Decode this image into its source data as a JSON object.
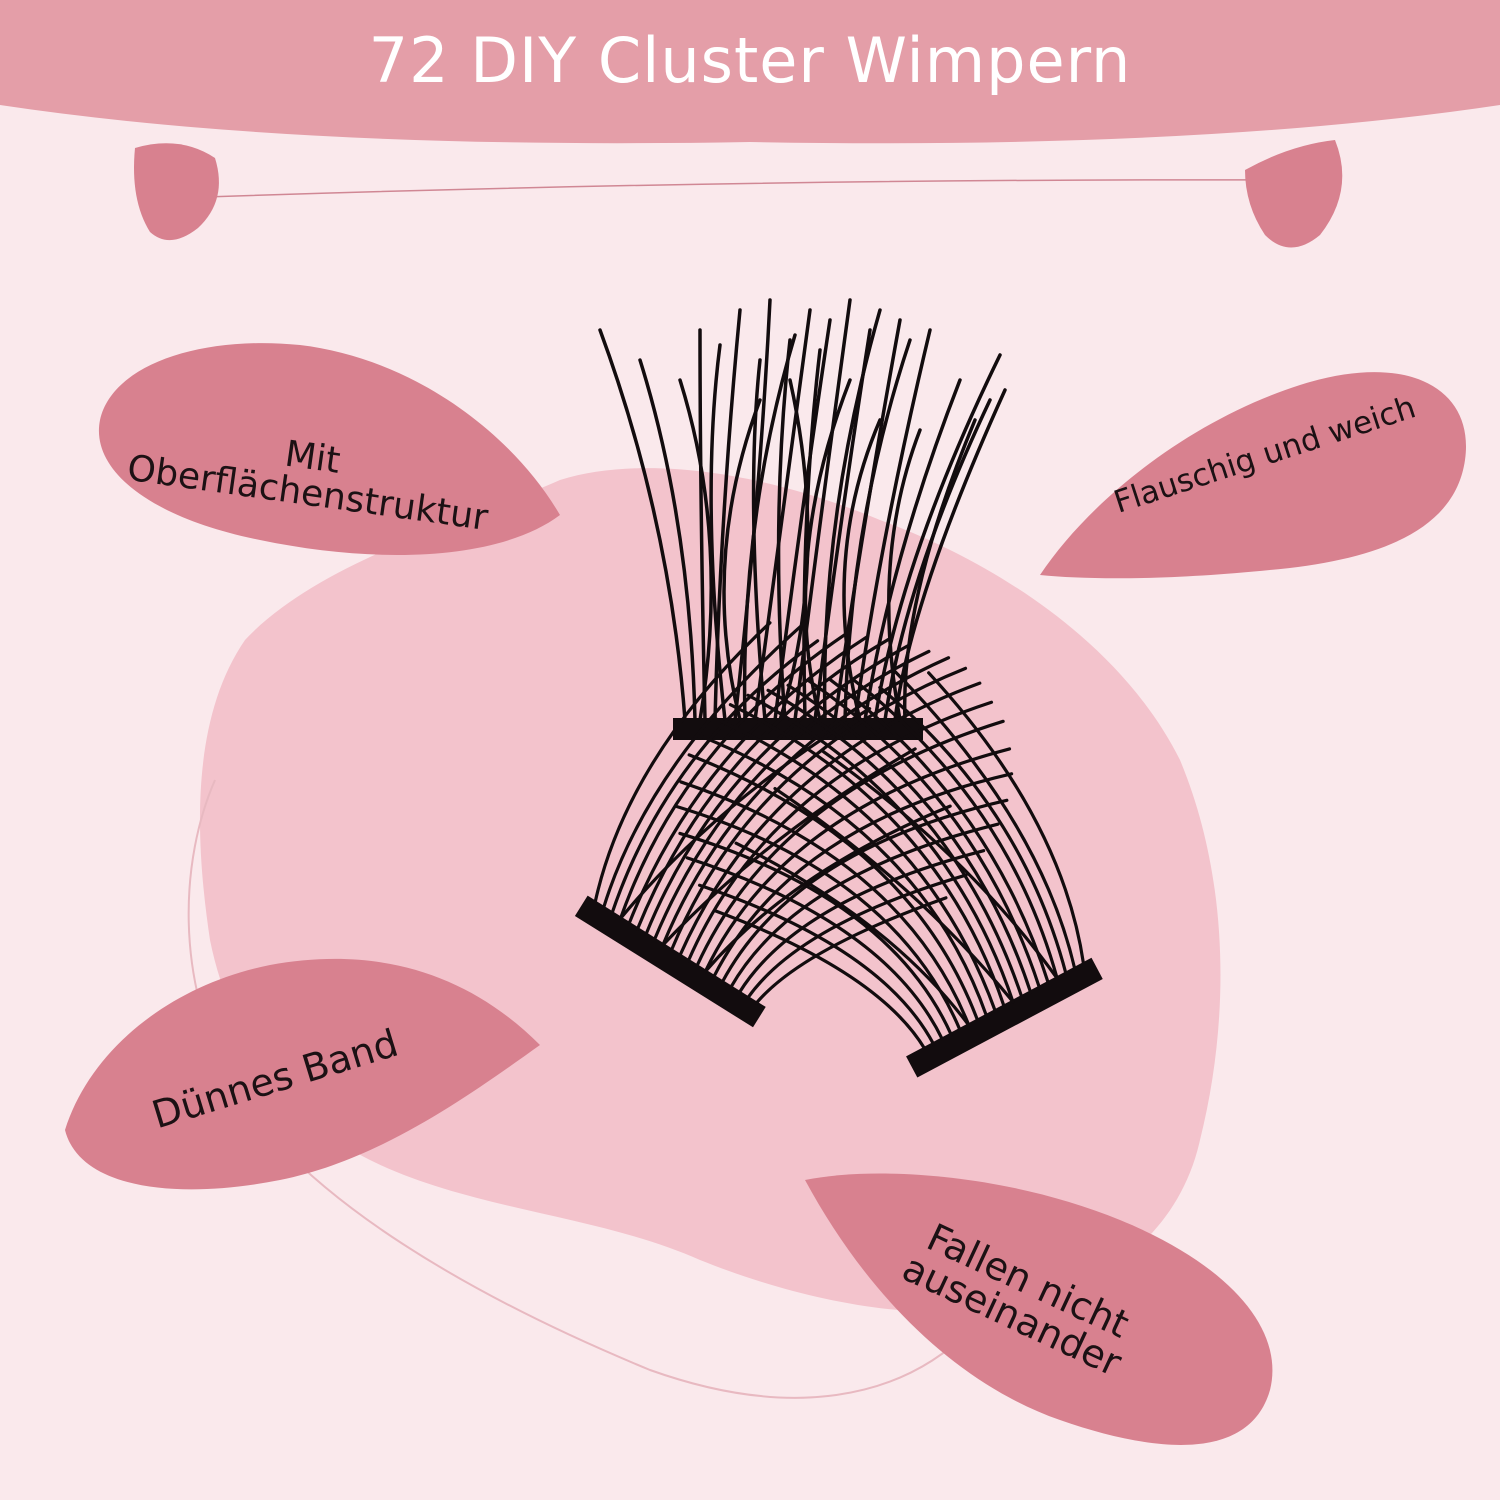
{
  "title": "72 DIY Cluster Wimpern",
  "colors": {
    "background": "#fae9ec",
    "banner": "#e49ea8",
    "blob": "#f3c3cc",
    "callout": "#d8818f",
    "lash": "#120c0e",
    "text": "#1c1114"
  },
  "callouts": {
    "surface": {
      "line1": "Mit",
      "line2": "Oberflächenstruktur"
    },
    "fluffy": {
      "text": "Flauschig und weich"
    },
    "thin_band": {
      "text": "Dünnes Band"
    },
    "no_fall": {
      "line1": "Fallen nicht",
      "line2": "auseinander"
    }
  },
  "product": {
    "lash_clusters": [
      "center-lash-cluster",
      "left-lash-cluster",
      "right-lash-cluster"
    ]
  }
}
